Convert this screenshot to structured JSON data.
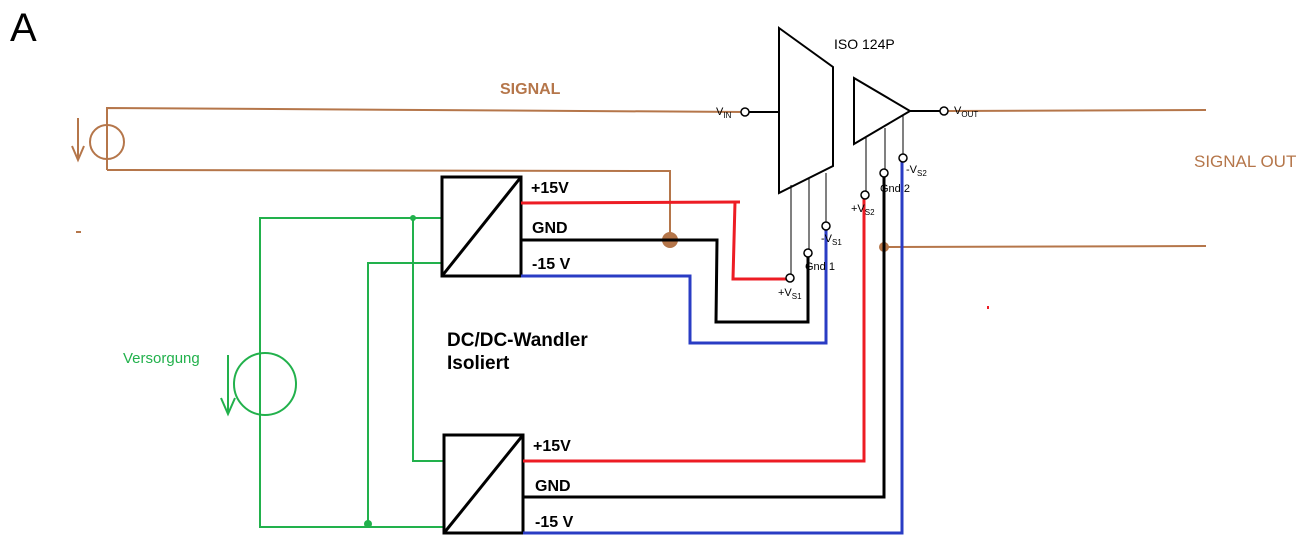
{
  "panel_label": "A",
  "signal": {
    "label": "SIGNAL",
    "output_label": "SIGNAL OUT"
  },
  "isolator": {
    "part_number": "ISO 124P",
    "pins": {
      "vin": "V",
      "vin_sub": "IN",
      "vout": "V",
      "vout_sub": "OUT",
      "plus_vs1": "+V",
      "plus_vs1_sub": "S1",
      "minus_vs1": "-V",
      "minus_vs1_sub": "S1",
      "gnd1": "Gnd 1",
      "plus_vs2": "+V",
      "plus_vs2_sub": "S2",
      "minus_vs2": "-V",
      "minus_vs2_sub": "S2",
      "gnd2": "Gnd 2"
    }
  },
  "converter_top": {
    "plus": "+15V",
    "gnd": "GND",
    "minus": "-15 V"
  },
  "converter_bottom": {
    "plus": "+15V",
    "gnd": "GND",
    "minus": "-15 V"
  },
  "converter_caption": {
    "line1": "DC/DC-Wandler",
    "line2": "Isoliert"
  },
  "supply_label": "Versorgung",
  "colors": {
    "signal": "#b5764a",
    "supply": "#22b14c",
    "positive": "#ed1c24",
    "negative": "#2a3cc4",
    "ground": "#000000"
  }
}
